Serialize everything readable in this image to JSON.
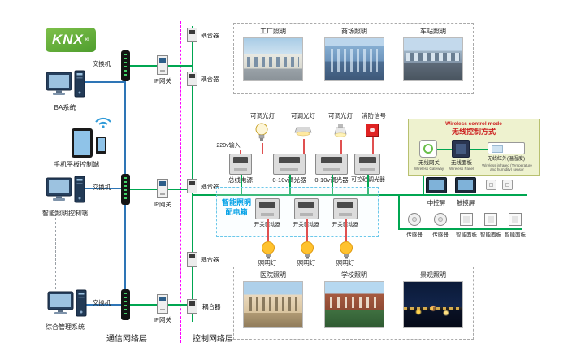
{
  "logo": {
    "text": "KNX",
    "reg": "®"
  },
  "terminals": {
    "ba": "BA系统",
    "mobile": "手机平板控制端",
    "lighting": "智能照明控制端",
    "management": "综合管理系统"
  },
  "network": {
    "switches": [
      "交换机",
      "交换机",
      "交换机"
    ],
    "gateways": [
      "IP网关",
      "IP网关",
      "IP网关"
    ],
    "couplers": [
      "耦合器",
      "耦合器",
      "耦合器",
      "耦合器",
      "耦合器"
    ],
    "layers": {
      "communication": "通信网络层",
      "control": "控制网络层"
    }
  },
  "scenes": {
    "top": [
      {
        "label": "工厂照明"
      },
      {
        "label": "商场照明"
      },
      {
        "label": "车站照明"
      }
    ],
    "bottom": [
      {
        "label": "医院照明"
      },
      {
        "label": "学校照明"
      },
      {
        "label": "景观照明"
      }
    ]
  },
  "field": {
    "power_input": "220v输入",
    "lamps_top": [
      "可调光灯",
      "可调光灯",
      "可调光灯"
    ],
    "fire_signal": "消防信号",
    "modules": [
      "总线电源",
      "0-10v调光器",
      "0-10v调光器",
      "可控硅调光器"
    ],
    "box_title_line1": "智能照明",
    "box_title_line2": "配电箱",
    "inner_modules": [
      "开关驱动器",
      "开关驱动器",
      "开关驱动器"
    ],
    "lamps_bottom": [
      "照明灯",
      "照明灯",
      "照明灯"
    ]
  },
  "wireless": {
    "title_en": "Wireless control mode",
    "title_zh": "无线控制方式",
    "devices": [
      {
        "zh": "无线网关",
        "en": "Wireless Gateway"
      },
      {
        "zh": "无线面板",
        "en": "Wireless Panel"
      },
      {
        "zh": "无线红外(温湿度)",
        "en": "Wireless infrared (Temperature and humidity) sensor"
      }
    ]
  },
  "control_room": {
    "screens": [
      "中控屏",
      "触摸屏"
    ],
    "sensors": [
      "传感器",
      "传感器"
    ],
    "panels": [
      "智能面板",
      "智能面板",
      "智能面板"
    ]
  },
  "colors": {
    "bus_green": "#00a651",
    "lan_blue": "#2e75b6",
    "layer_magenta": "#ff00ff",
    "fire_red": "#e02222",
    "knx_green": "#5fae35",
    "box_blue": "#00a0e6"
  }
}
